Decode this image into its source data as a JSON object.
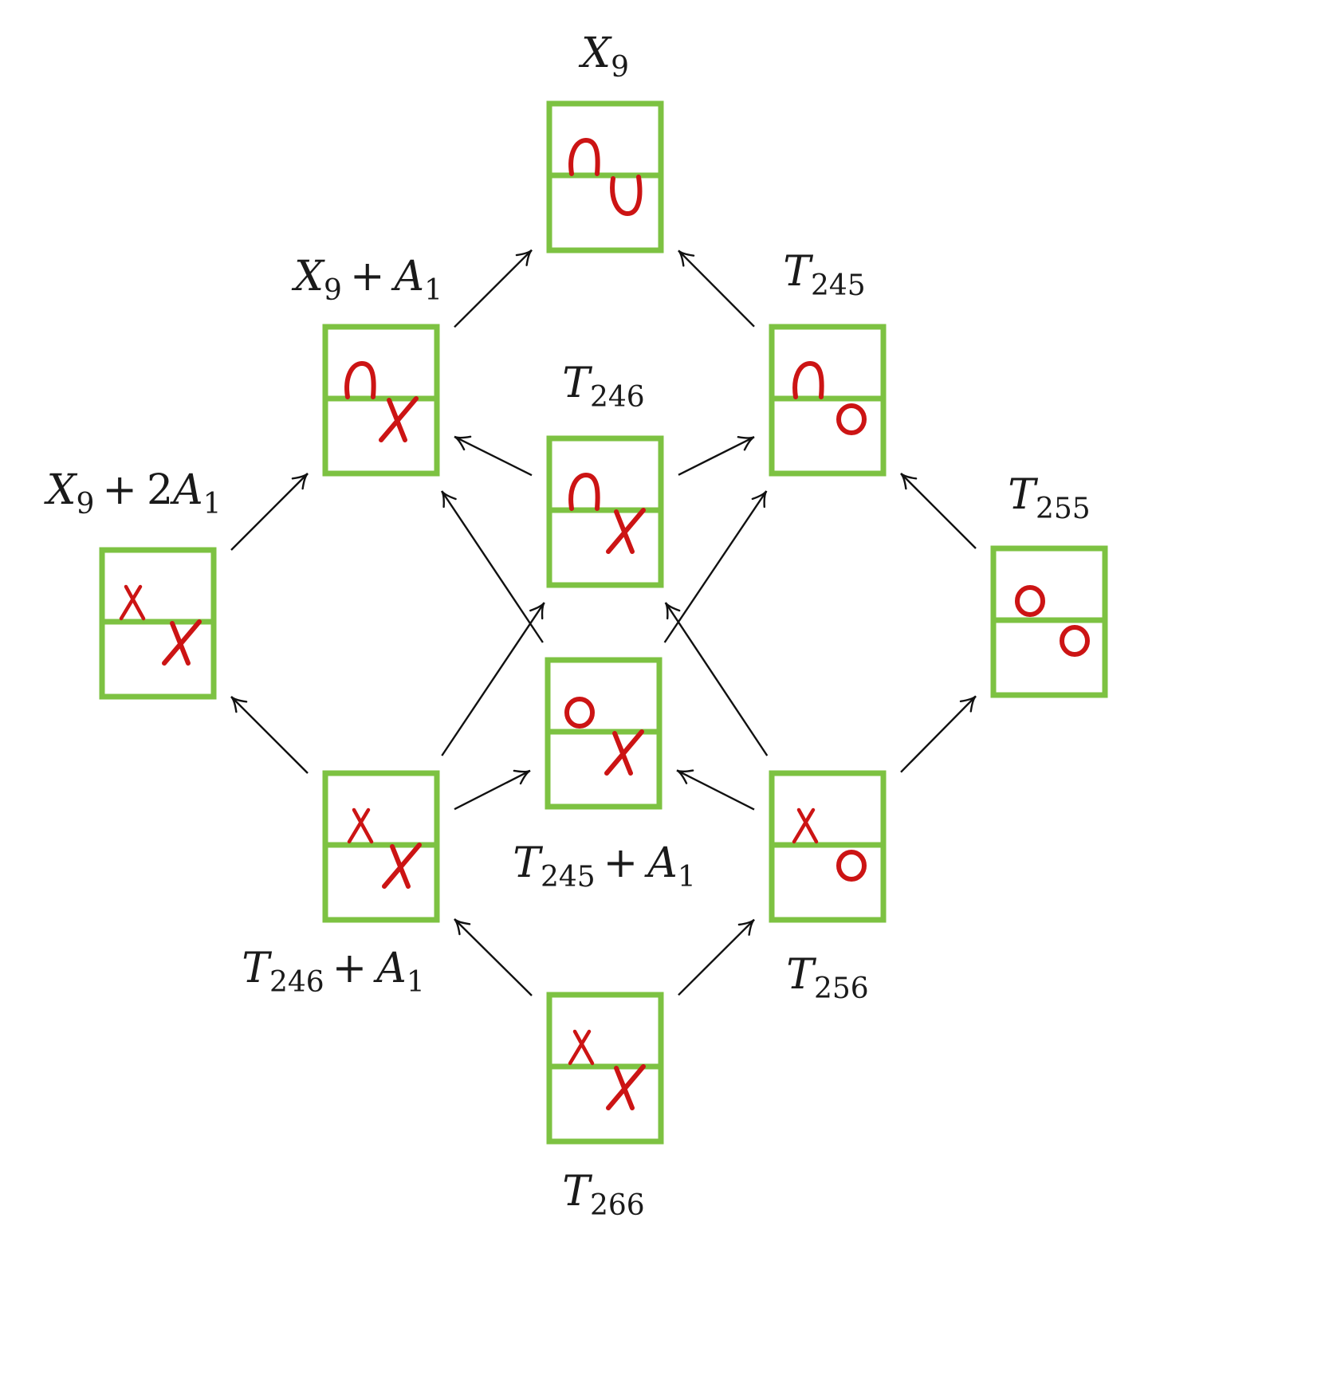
{
  "nodes": [
    {
      "id": "X9",
      "label": {
        "base": "X",
        "sub": "9",
        "suffix_num": "",
        "suffix_base": "",
        "suffix_sub": ""
      },
      "top": "cap",
      "bottom": "cup"
    },
    {
      "id": "X9A1",
      "label": {
        "base": "X",
        "sub": "9",
        "suffix_num": "",
        "suffix_base": "A",
        "suffix_sub": "1"
      },
      "top": "cap",
      "bottom": "cross"
    },
    {
      "id": "T245",
      "label": {
        "base": "T",
        "sub": "245",
        "suffix_num": "",
        "suffix_base": "",
        "suffix_sub": ""
      },
      "top": "cap",
      "bottom": "circle"
    },
    {
      "id": "T246",
      "label": {
        "base": "T",
        "sub": "246",
        "suffix_num": "",
        "suffix_base": "",
        "suffix_sub": ""
      },
      "top": "cap",
      "bottom": "cross"
    },
    {
      "id": "X92A1",
      "label": {
        "base": "X",
        "sub": "9",
        "suffix_num": "2",
        "suffix_base": "A",
        "suffix_sub": "1"
      },
      "top": "cross",
      "bottom": "cross"
    },
    {
      "id": "T255",
      "label": {
        "base": "T",
        "sub": "255",
        "suffix_num": "",
        "suffix_base": "",
        "suffix_sub": ""
      },
      "top": "circle",
      "bottom": "circle"
    },
    {
      "id": "T245A1",
      "label": {
        "base": "T",
        "sub": "245",
        "suffix_num": "",
        "suffix_base": "A",
        "suffix_sub": "1"
      },
      "top": "circle",
      "bottom": "cross"
    },
    {
      "id": "T246A1",
      "label": {
        "base": "T",
        "sub": "246",
        "suffix_num": "",
        "suffix_base": "A",
        "suffix_sub": "1"
      },
      "top": "cross",
      "bottom": "cross"
    },
    {
      "id": "T256",
      "label": {
        "base": "T",
        "sub": "256",
        "suffix_num": "",
        "suffix_base": "",
        "suffix_sub": ""
      },
      "top": "cross",
      "bottom": "circle"
    },
    {
      "id": "T266",
      "label": {
        "base": "T",
        "sub": "266",
        "suffix_num": "",
        "suffix_base": "",
        "suffix_sub": ""
      },
      "top": "cross",
      "bottom": "cross"
    }
  ],
  "edges": [
    {
      "from": "X9A1",
      "to": "X9"
    },
    {
      "from": "T245",
      "to": "X9"
    },
    {
      "from": "X92A1",
      "to": "X9A1"
    },
    {
      "from": "T246",
      "to": "X9A1"
    },
    {
      "from": "T245A1",
      "to": "X9A1"
    },
    {
      "from": "T246",
      "to": "T245"
    },
    {
      "from": "T245A1",
      "to": "T245"
    },
    {
      "from": "T255",
      "to": "T245"
    },
    {
      "from": "T246A1",
      "to": "X92A1"
    },
    {
      "from": "T246A1",
      "to": "T246"
    },
    {
      "from": "T256",
      "to": "T246"
    },
    {
      "from": "T246A1",
      "to": "T245A1"
    },
    {
      "from": "T256",
      "to": "T245A1"
    },
    {
      "from": "T256",
      "to": "T255"
    },
    {
      "from": "T266",
      "to": "T246A1"
    },
    {
      "from": "T266",
      "to": "T256"
    }
  ],
  "colors": {
    "box": "#7dc242",
    "mark": "#cc1414",
    "arrow": "#111111"
  }
}
